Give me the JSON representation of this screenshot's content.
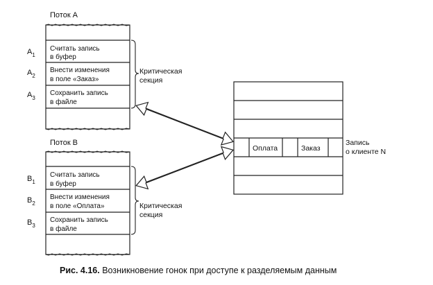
{
  "threadA": {
    "title": "Поток А",
    "steps": [
      {
        "label": "A",
        "sub": "1",
        "lines": [
          "Считать запись",
          "в буфер"
        ]
      },
      {
        "label": "A",
        "sub": "2",
        "lines": [
          "Внести изменения",
          "в поле «Заказ»"
        ]
      },
      {
        "label": "A",
        "sub": "3",
        "lines": [
          "Сохранить запись",
          "в файле"
        ]
      }
    ],
    "critical": [
      "Критическая",
      "секция"
    ]
  },
  "threadB": {
    "title": "Поток В",
    "steps": [
      {
        "label": "B",
        "sub": "1",
        "lines": [
          "Считать запись",
          "в буфер"
        ]
      },
      {
        "label": "B",
        "sub": "2",
        "lines": [
          "Внести изменения",
          "в поле «Оплата»"
        ]
      },
      {
        "label": "B",
        "sub": "3",
        "lines": [
          "Сохранить запись",
          "в файле"
        ]
      }
    ],
    "critical": [
      "Критическая",
      "секция"
    ]
  },
  "database": {
    "fields": [
      "Оплата",
      "Заказ"
    ],
    "record_label": [
      "Запись",
      "о клиенте N"
    ]
  },
  "caption": {
    "prefix": "Рис. 4.16.",
    "text": " Возникновение гонок при доступе к разделяемым данным"
  }
}
